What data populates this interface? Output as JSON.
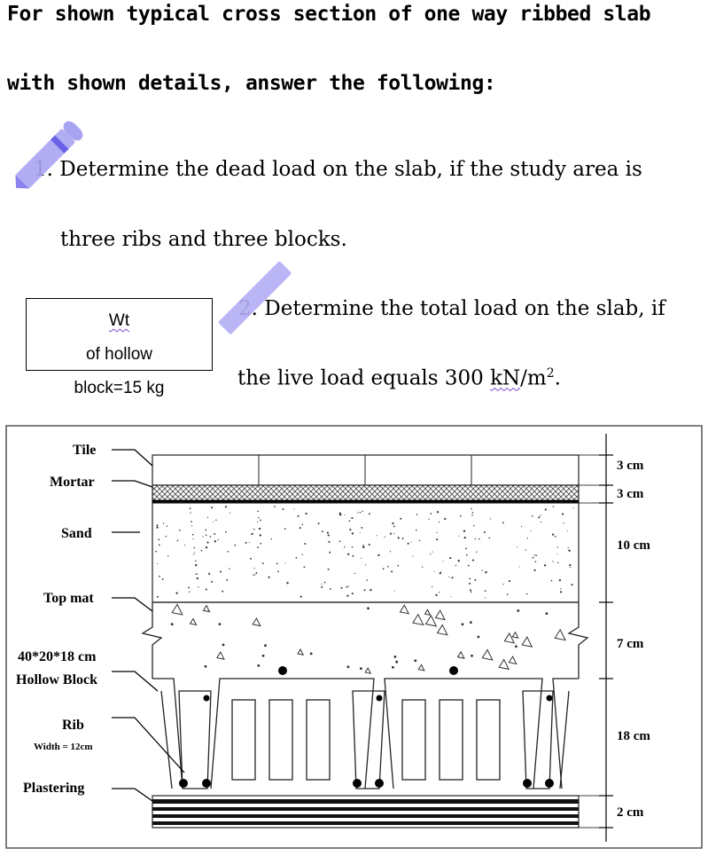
{
  "heading": {
    "line1": "For shown typical cross section of one way ribbed slab",
    "line2": "with shown details, answer the following:"
  },
  "questions": [
    {
      "number": "1.",
      "line1": "Determine the dead load on the slab, if the study area is",
      "line2": "three ribs and three blocks."
    },
    {
      "number": "2.",
      "line1": "Determine the total load on the slab, if",
      "line2_prefix": "the live load equals 300 ",
      "line2_unit": "kN",
      "line2_suffix": "/m",
      "line2_sup": "2",
      "line2_end": "."
    }
  ],
  "note": {
    "line1": "Wt of hollow",
    "line2": "block=15 kg"
  },
  "diagram": {
    "labels": {
      "tile": "Tile",
      "mortar": "Mortar",
      "sand": "Sand",
      "top_mat": "Top mat",
      "block_size": "40*20*18 cm",
      "hollow_block": "Hollow Block",
      "rib": "Rib",
      "rib_width": "Width = 12cm",
      "plastering": "Plastering"
    },
    "dimensions": {
      "tile": "3 cm",
      "mortar": "3 cm",
      "sand": "10 cm",
      "top_mat": "7 cm",
      "rib": "18 cm",
      "plaster": "2 cm"
    }
  },
  "colors": {
    "marker": "#a9a4f2",
    "marker_tip": "#6a62e6"
  }
}
